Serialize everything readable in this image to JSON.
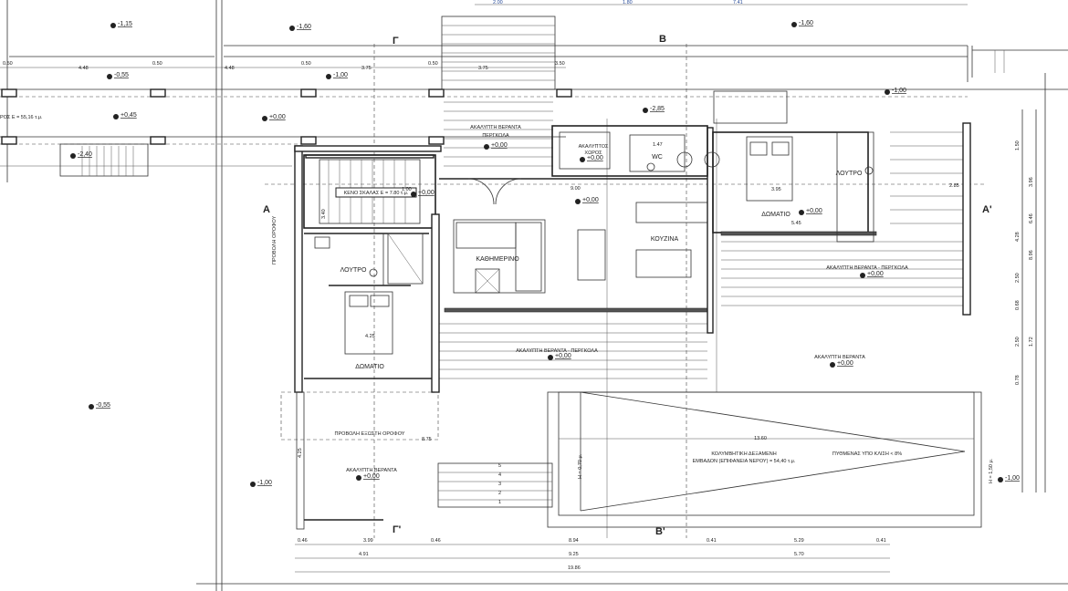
{
  "drawing": {
    "rooms": {
      "kathimerino": "ΚΑΘΗΜΕΡΙΝΟ",
      "kouzina": "ΚΟΥΖΙΝΑ",
      "domatio_left": "ΔΩΜΑΤΙΟ",
      "domatio_right": "ΔΩΜΑΤΙΟ",
      "loutro_left": "ΛΟΥΤΡΟ",
      "loutro_right": "ΛΟΥΤΡΟ",
      "wc": "WC",
      "akalyptos_1": "ΑΚΑΛΥΠΤΟΣ",
      "akalyptos_2": "ΧΩΡΟΣ",
      "veranta_top_1": "ΑΚΑΛΥΠΤΗ ΒΕΡΑΝΤΑ",
      "veranta_top_2": "ΠΕΡΓΚΟΛΑ",
      "veranta_pergola_right": "ΑΚΑΛΥΠΤΗ ΒΕΡΑΝΤΑ - ΠΕΡΓΚΟΛΑ",
      "veranta_pergola_center": "ΑΚΑΛΥΠΤΗ ΒΕΡΑΝΤΑ - ΠΕΡΓΚΟΛΑ",
      "veranta_right": "ΑΚΑΛΥΠΤΗ ΒΕΡΑΝΤΑ",
      "veranta_bottom_left": "ΑΚΑΛΥΠΤΗ ΒΕΡΑΝΤΑ",
      "keno_skalas": "ΚΕΝΟ ΣΚΑΛΑΣ Ε = 7.80 τ.μ.",
      "xoros_area": "ΡΟΣ Ε = 55,16 τ.μ.",
      "provoli_orofou": "ΠΡΟΒΟΛΗ ΟΡΟΦΟΥ",
      "provoli_eksosti": "ΠΡΟΒΟΛΗ ΕΞΩΣΤΗ ΟΡΟΦΟΥ"
    },
    "pool": {
      "title": "ΚΟΛΥΜΒΗΤΙΚΗ ΔΕΞΑΜΕΝΗ",
      "area": "ΕΜΒΑΔΟΝ (ΕΠΙΦΑΝΕΙΑ ΝΕΡΟΥ) = 54,40 τ.μ.",
      "slope": "ΠΥΘΜΕΝΑΣ ΥΠΟ ΚΛΙΣΗ < 8%",
      "depth_shallow": "H = 0,70 μ.",
      "depth_deep": "H = 1,50 μ.",
      "length": "13.60"
    },
    "levels": [
      "-1,15",
      "-1,60",
      "-0,55",
      "-1,00",
      "+0,45",
      "+0,00",
      "-2,40",
      "-1,60",
      "-1,00",
      "-2,85",
      "+0,00",
      "+0,00",
      "+0,00",
      "+0,00",
      "+0,00",
      "+0,00",
      "+0,00",
      "+0,00",
      "-0,55",
      "+0,00",
      "-1,00",
      "-1,00"
    ],
    "sections": [
      "Γ",
      "Β",
      "Α",
      "Α'",
      "Γ'",
      "Β'"
    ],
    "dims_top": [
      "0.50",
      "4.48",
      "0.50",
      "4.48",
      "0.50",
      "3.75",
      "0.50",
      "3.75",
      "3.50"
    ],
    "dims_top_blue": [
      "2.00",
      "1.80",
      "7.41"
    ],
    "dims_bottom_row1": [
      "0.46",
      "3.99",
      "0.46",
      "8.94",
      "0.41",
      "5.29",
      "0.41"
    ],
    "dims_bottom_row2": [
      "4.91",
      "9.25",
      "5.70"
    ],
    "dims_bottom_row3": [
      "19.86"
    ],
    "dims_right": [
      "1.50",
      "3.96",
      "4.28",
      "6.46",
      "8.96",
      "2.50",
      "0.68",
      "2.50",
      "1.72",
      "0.78"
    ],
    "dims_inner": [
      "3.95",
      "5.45",
      "4.25",
      "9.00",
      "8.75",
      "4.25",
      "2.85",
      "1.47",
      "1.00",
      "3.40"
    ],
    "stair_numbers": [
      "5",
      "4",
      "3",
      "2",
      "1"
    ]
  }
}
